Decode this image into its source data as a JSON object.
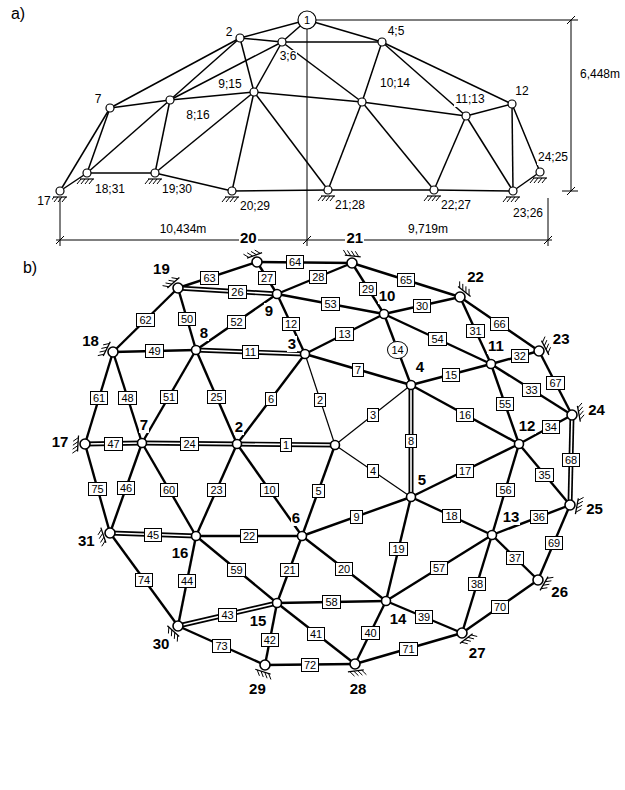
{
  "diagram": {
    "nodes": [
      {
        "text": [
          "1"
        ]
      },
      {
        "text": [
          "2"
        ]
      },
      {
        "text": [
          "3"
        ]
      },
      {
        "text": [
          "4"
        ]
      },
      {
        "text": [
          "5"
        ]
      },
      {
        "text": [
          "6"
        ]
      },
      {
        "text": [
          "7"
        ]
      },
      {
        "text": [
          "8"
        ]
      },
      {
        "text": [
          "9"
        ]
      },
      {
        "text": [
          "10"
        ]
      },
      {
        "text": [
          "11"
        ]
      },
      {
        "text": [
          "12"
        ]
      },
      {
        "text": [
          "13"
        ]
      },
      {
        "text": [
          "14"
        ]
      },
      {
        "text": [
          "15"
        ]
      },
      {
        "text": [
          "16"
        ]
      },
      {
        "text": [
          "17"
        ]
      },
      {
        "text": [
          "18"
        ]
      },
      {
        "text": [
          "19"
        ]
      },
      {
        "text": [
          "20"
        ]
      },
      {
        "text": [
          "21"
        ]
      },
      {
        "text": [
          "22"
        ]
      },
      {
        "text": [
          "23"
        ]
      },
      {
        "text": [
          "24"
        ]
      },
      {
        "text": [
          "25"
        ]
      },
      {
        "text": [
          "26"
        ]
      },
      {
        "text": [
          "27"
        ]
      },
      {
        "text": [
          "28"
        ]
      },
      {
        "text": [
          "29"
        ]
      },
      {
        "text": [
          "30"
        ]
      },
      {
        "text": [
          "31"
        ]
      },
      {
        "text": [
          "32"
        ]
      },
      {
        "text": [
          "33"
        ]
      },
      {
        "text": [
          "34"
        ]
      },
      {
        "text": [
          "35"
        ]
      },
      {
        "text": [
          "36"
        ]
      },
      {
        "text": [
          "37"
        ]
      },
      {
        "text": [
          "38"
        ]
      },
      {
        "text": [
          "39"
        ]
      },
      {
        "text": [
          "40"
        ]
      },
      {
        "text": [
          "41"
        ]
      },
      {
        "text": [
          "42"
        ]
      },
      {
        "text": [
          "43"
        ]
      },
      {
        "text": [
          "44"
        ]
      },
      {
        "text": [
          "45"
        ]
      },
      {
        "text": [
          "46"
        ]
      },
      {
        "text": [
          "47"
        ]
      },
      {
        "text": [
          "48"
        ]
      },
      {
        "text": [
          "49"
        ]
      },
      {
        "text": [
          "50"
        ]
      },
      {
        "text": [
          "51"
        ]
      },
      {
        "text": [
          "52"
        ]
      },
      {
        "text": [
          "53"
        ]
      },
      {
        "text": [
          "54"
        ]
      },
      {
        "text": [
          "55"
        ]
      },
      {
        "text": [
          "56"
        ]
      },
      {
        "text": [
          "57"
        ]
      },
      {
        "text": [
          "58"
        ]
      },
      {
        "text": [
          "59"
        ]
      },
      {
        "text": [
          "60"
        ]
      },
      {
        "text": [
          "61"
        ]
      },
      {
        "text": [
          "62"
        ]
      },
      {
        "text": [
          "63"
        ]
      },
      {
        "text": [
          "64"
        ]
      },
      {
        "text": [
          "65"
        ]
      },
      {
        "text": [
          "66"
        ]
      },
      {
        "text": [
          "67"
        ]
      },
      {
        "text": [
          "68"
        ]
      },
      {
        "text": [
          "69"
        ]
      },
      {
        "text": [
          "70"
        ]
      },
      {
        "text": [
          "71"
        ]
      },
      {
        "text": [
          "72"
        ]
      },
      {
        "text": [
          "73"
        ]
      },
      {
        "text": [
          "74"
        ]
      },
      {
        "text": [
          "75"
        ]
      }
    ],
    "labels": [
      "a)",
      "1",
      "2",
      "3;6",
      "4;5",
      "7",
      "8;16",
      "9;15",
      "10;14",
      "11;13",
      "12",
      "17",
      "18;31",
      "19;30",
      "20;29",
      "21;28",
      "22;27",
      "23;26",
      "24;25",
      "6,448m",
      "10,434m",
      "9,719m",
      "b)",
      "2",
      "3",
      "4",
      "5",
      "6",
      "7",
      "8",
      "9",
      "10",
      "11",
      "12",
      "13",
      "14",
      "15",
      "16",
      "17",
      "18",
      "19",
      "20",
      "21",
      "22",
      "23",
      "24",
      "25",
      "26",
      "27",
      "28",
      "29",
      "30",
      "31"
    ]
  }
}
